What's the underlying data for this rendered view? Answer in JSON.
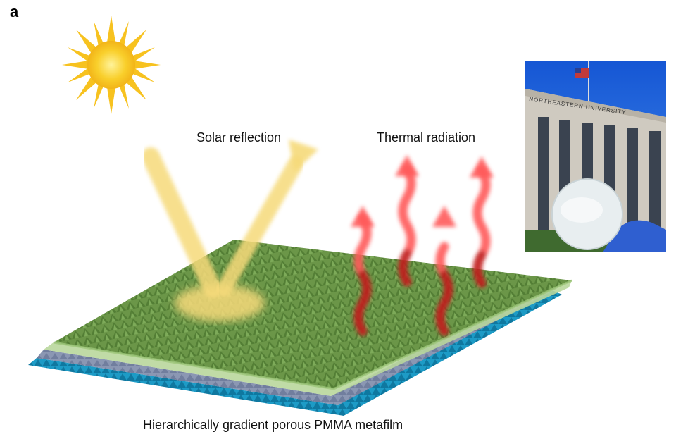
{
  "figure": {
    "panel_label": "a",
    "captions": {
      "solar": "Solar reflection",
      "thermal": "Thermal radiation",
      "film": "Hierarchically gradient porous PMMA metafilm"
    }
  },
  "photo": {
    "sign_text": "NORTHEASTERN UNIVERSITY"
  },
  "colors": {
    "sun": "#f7c21f",
    "solar_beam": "#f6da7a",
    "thermal_wave": "#ff5a5a",
    "thermal_wave_dark": "#c11a1a",
    "film_top": "#5e8a3f",
    "film_side_blue": "#1d9bc6",
    "sky": "#1a6fe0"
  }
}
